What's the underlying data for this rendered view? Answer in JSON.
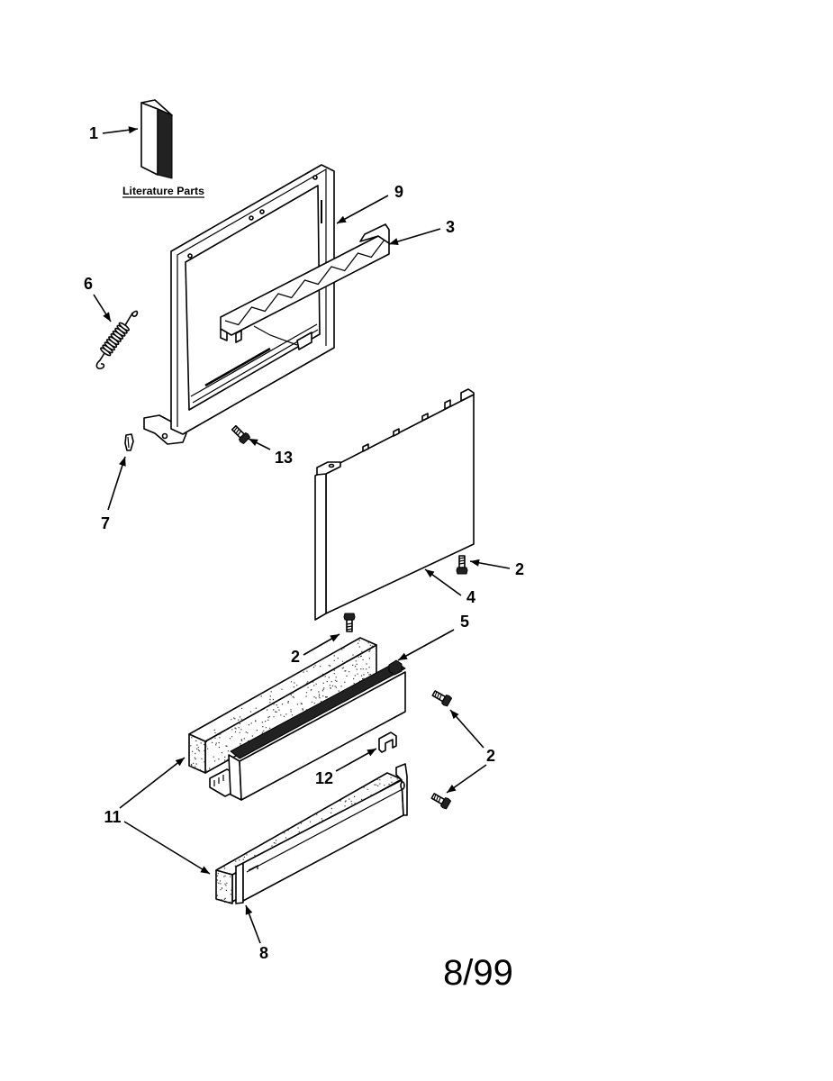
{
  "callouts": [
    "1",
    "9",
    "3",
    "6",
    "7",
    "13",
    "2",
    "4",
    "5",
    "2",
    "2",
    "12",
    "11",
    "8"
  ],
  "literature_label": "Literature Parts",
  "date_code": "8/99"
}
